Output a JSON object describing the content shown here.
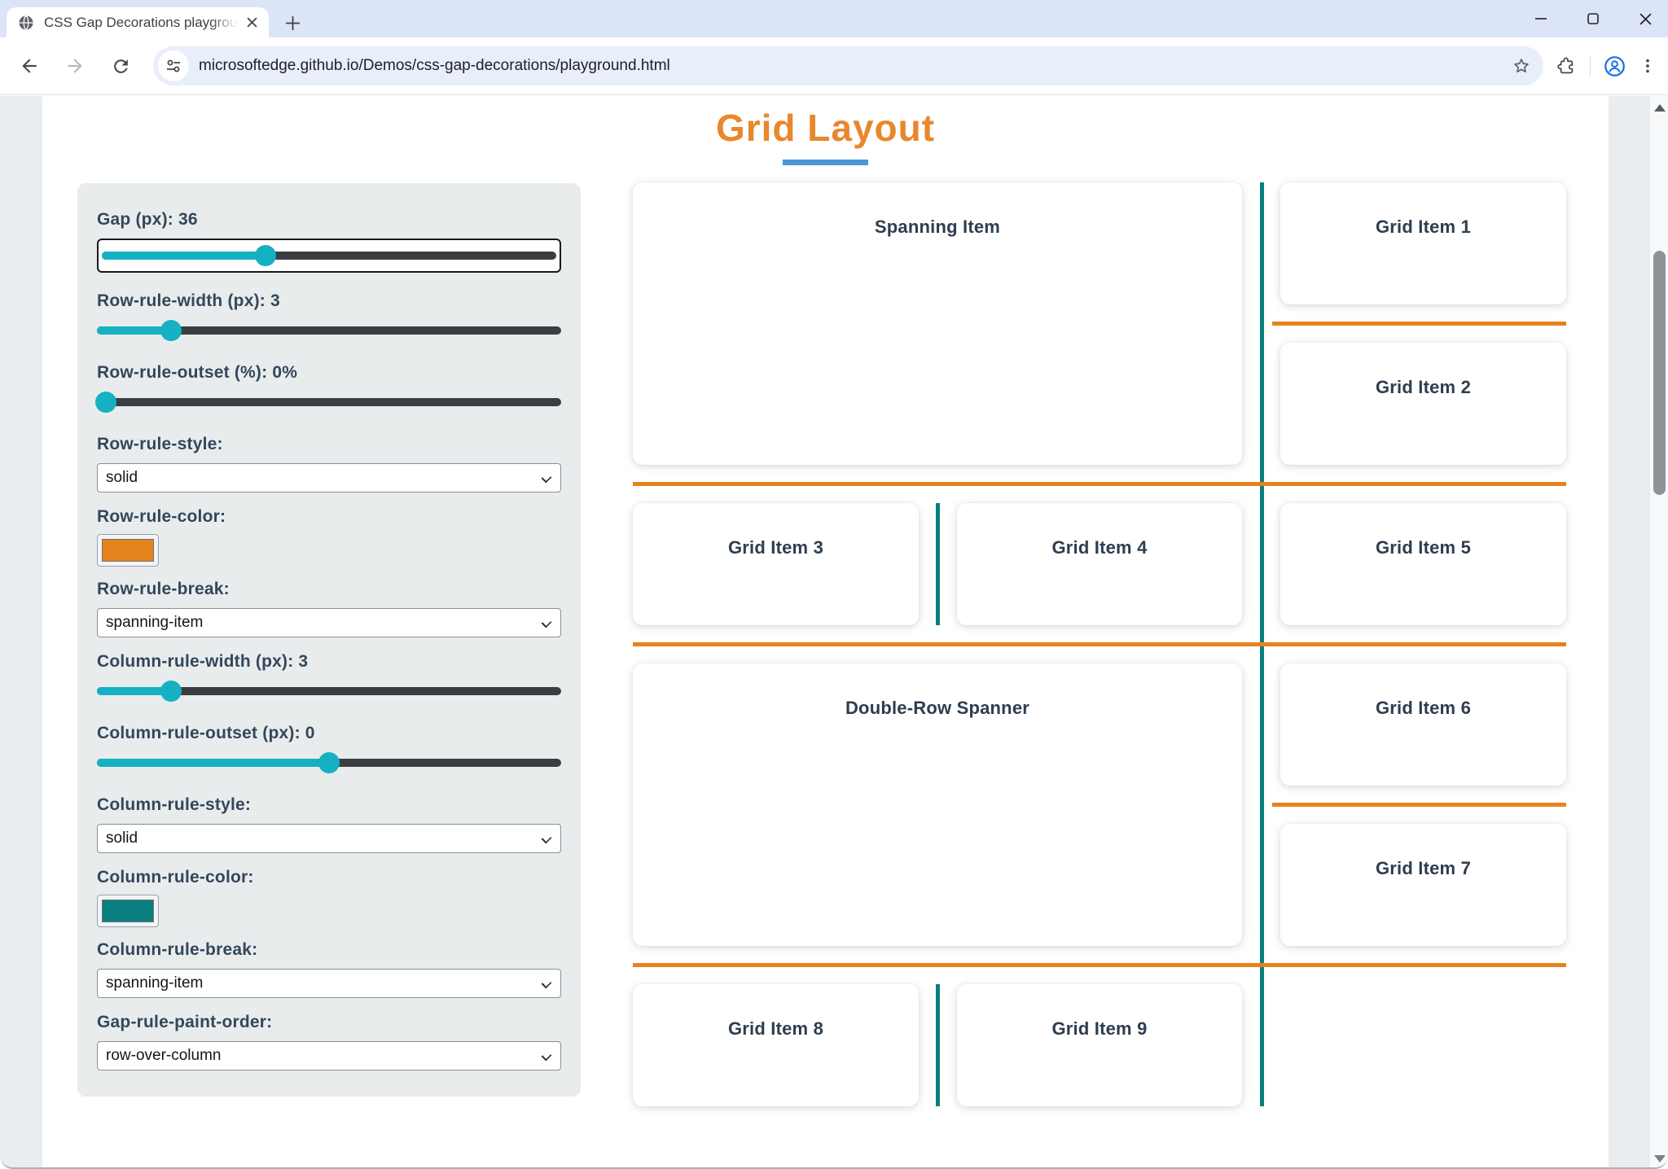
{
  "browser": {
    "tab_title": "CSS Gap Decorations playgroun",
    "url": "microsoftedge.github.io/Demos/css-gap-decorations/playground.html",
    "new_tab_label": "+"
  },
  "icons": {
    "globe-icon": "globe favicon",
    "close-icon": "x",
    "plus-icon": "+",
    "minimize-icon": "minus",
    "maximize-icon": "square",
    "window-close-icon": "x",
    "back-icon": "left arrow",
    "forward-icon": "right arrow (disabled)",
    "reload-icon": "circular arrow",
    "site-info-icon": "tune sliders",
    "bookmark-star-icon": "star outline",
    "extensions-icon": "puzzle piece",
    "profile-icon": "person in blue circle",
    "menu-icon": "three vertical dots",
    "scroll-up-icon": "triangle up",
    "scroll-down-icon": "triangle down"
  },
  "page": {
    "heading": "Grid Layout",
    "colors": {
      "heading_orange": "#e8872e",
      "underline_blue": "#4a96d5",
      "row_rule_orange": "#e5831d",
      "column_rule_teal": "#0a7f80",
      "slider_teal": "#15b1c2",
      "panel_bg": "#e9eced",
      "label_text": "#33475b"
    },
    "sidebar": {
      "groups": [
        {
          "id": "gap",
          "type": "slider",
          "label": "Gap (px): 36",
          "value": 36,
          "percent": 36,
          "focused": true
        },
        {
          "id": "row-rule-width",
          "type": "slider",
          "label": "Row-rule-width (px): 3",
          "value": 3,
          "percent": 16
        },
        {
          "id": "row-rule-outset",
          "type": "slider",
          "label": "Row-rule-outset (%): 0%",
          "value": 0,
          "percent": 0
        },
        {
          "id": "row-rule-style",
          "type": "select",
          "label": "Row-rule-style:",
          "value": "solid"
        },
        {
          "id": "row-rule-color",
          "type": "color",
          "label": "Row-rule-color:",
          "value": "#e5831d"
        },
        {
          "id": "row-rule-break",
          "type": "select",
          "label": "Row-rule-break:",
          "value": "spanning-item"
        },
        {
          "id": "column-rule-width",
          "type": "slider",
          "label": "Column-rule-width (px): 3",
          "value": 3,
          "percent": 16
        },
        {
          "id": "column-rule-outset",
          "type": "slider",
          "label": "Column-rule-outset (px): 0",
          "value": 0,
          "percent": 50
        },
        {
          "id": "column-rule-style",
          "type": "select",
          "label": "Column-rule-style:",
          "value": "solid"
        },
        {
          "id": "column-rule-color",
          "type": "color",
          "label": "Column-rule-color:",
          "value": "#0a7f80"
        },
        {
          "id": "column-rule-break",
          "type": "select",
          "label": "Column-rule-break:",
          "value": "spanning-item"
        },
        {
          "id": "gap-rule-paint-order",
          "type": "select",
          "label": "Gap-rule-paint-order:",
          "value": "row-over-column"
        }
      ]
    },
    "grid": {
      "items": [
        {
          "label": "Spanning Item"
        },
        {
          "label": "Grid Item 1"
        },
        {
          "label": "Grid Item 2"
        },
        {
          "label": "Grid Item 3"
        },
        {
          "label": "Grid Item 4"
        },
        {
          "label": "Grid Item 5"
        },
        {
          "label": "Double-Row Spanner"
        },
        {
          "label": "Grid Item 6"
        },
        {
          "label": "Grid Item 7"
        },
        {
          "label": "Grid Item 8"
        },
        {
          "label": "Grid Item 9"
        }
      ]
    }
  }
}
